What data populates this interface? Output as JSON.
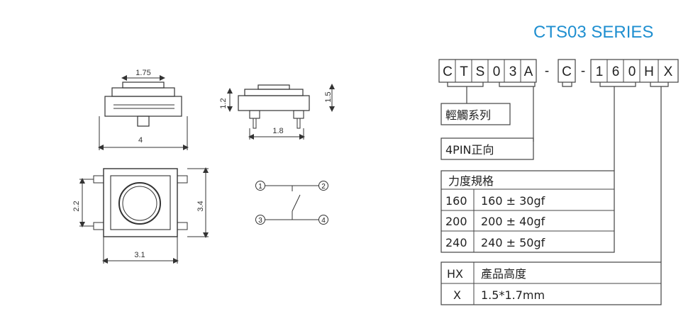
{
  "title": "CTS03  SERIES",
  "colors": {
    "title": "#1f8fd0",
    "line": "#333333",
    "box": "#444444"
  },
  "dimensions": {
    "side_top_width": "1.75",
    "side_body_width": "4",
    "front_height_small": "1.2",
    "front_height_large": "1.5",
    "front_pin_span": "1.8",
    "top_pin_span": "2.2",
    "top_height": "3.4",
    "top_width": "3.1"
  },
  "schematic": {
    "pins": [
      "1",
      "2",
      "3",
      "4"
    ]
  },
  "part_code": {
    "chars": [
      "C",
      "T",
      "S",
      "0",
      "3",
      "A",
      "-",
      "C",
      "-",
      "1",
      "6",
      "0",
      "H",
      "X"
    ]
  },
  "tables": {
    "name": "輕觸系列",
    "pin_type": "4PIN正向",
    "force_header": "力度規格",
    "force_rows": [
      {
        "code": "160",
        "value": "160 ± 30gf"
      },
      {
        "code": "200",
        "value": "200 ± 40gf"
      },
      {
        "code": "240",
        "value": "240 ± 50gf"
      }
    ],
    "height_code_header": "HX",
    "height_header": "產品高度",
    "height_rows": [
      {
        "code": "X",
        "value": "1.5*1.7mm"
      }
    ]
  }
}
